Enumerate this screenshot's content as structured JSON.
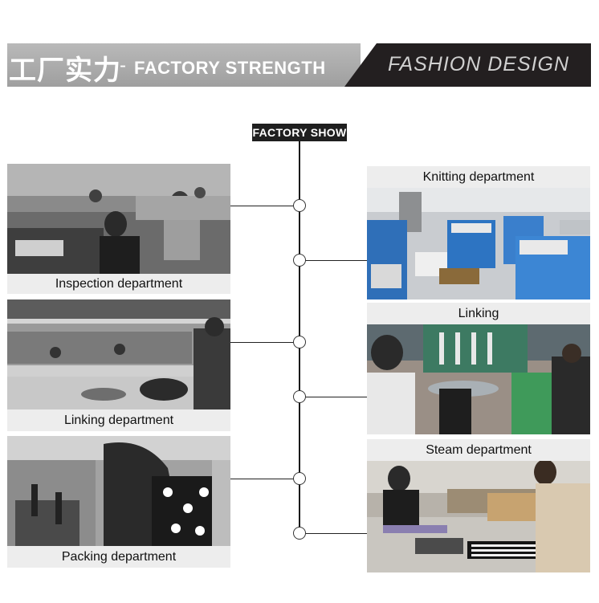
{
  "banner": {
    "chinese_title": "工厂实力",
    "dash": "-",
    "english_title": "FACTORY STRENGTH",
    "right_title": "FASHION DESIGN"
  },
  "section_label": "FACTORY SHOW",
  "departments_left": [
    {
      "caption": "Inspection department"
    },
    {
      "caption": "Linking department"
    },
    {
      "caption": "Packing department"
    }
  ],
  "departments_right": [
    {
      "caption": "Knitting department"
    },
    {
      "caption": "Linking"
    },
    {
      "caption": "Steam department"
    }
  ],
  "colors": {
    "banner_left": "#a9a9a9",
    "banner_right": "#231f20",
    "label_bg": "#1f1f1f",
    "timeline": "#1a1a1a"
  }
}
